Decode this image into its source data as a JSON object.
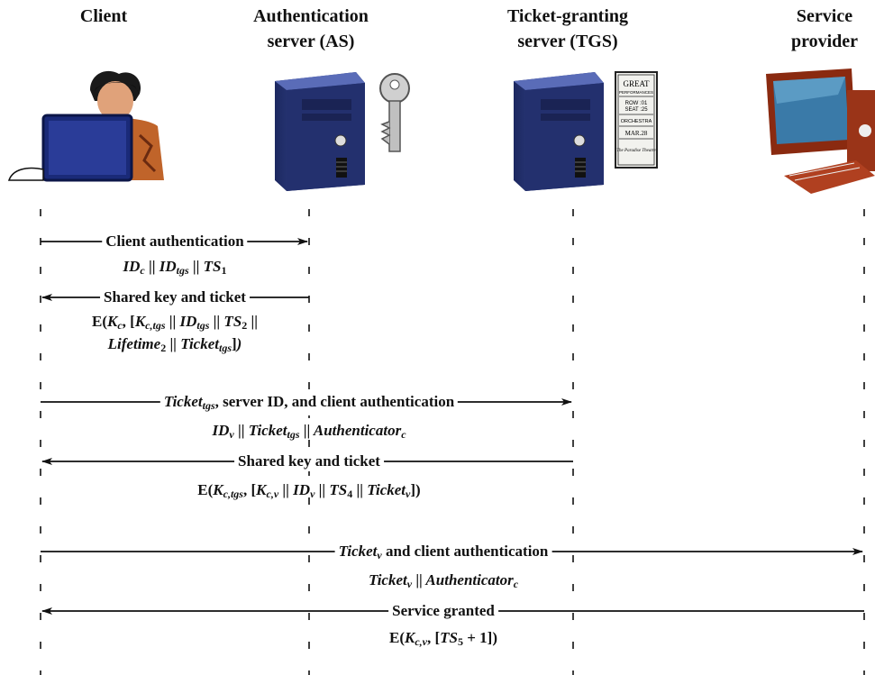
{
  "participants": {
    "client": "Client",
    "as": "Authentication\nserver (AS)",
    "tgs": "Ticket-granting\nserver (TGS)",
    "sp": "Service\nprovider"
  },
  "ticket_image": {
    "line1": "GREAT",
    "line2": "PERFORMANCES",
    "line3": "ROW :01",
    "line4": "SEAT :25",
    "line5": "ORCHESTRA",
    "line6": "MAR.28",
    "line7": "The Paradise Theatre"
  },
  "messages": {
    "m1_label": "Client authentication",
    "m2_label": "Shared key and ticket",
    "m3_label": "Ticket_tgs, server ID, and client authentication",
    "m4_label": "Shared key and ticket",
    "m5_label": "Ticket_v and client authentication",
    "m6_label": "Service granted",
    "m3_label_rest": ", server ID, and client authentication",
    "m5_label_rest": " and client authentication"
  },
  "formulas": {
    "f1": "ID_c || ID_tgs || TS_1",
    "f2a": "E(K_c, [K_c,tgs || ID_tgs || TS_2 ||",
    "f2b": "Lifetime_2 || Ticket_tgs])",
    "f3": "ID_v || Ticket_tgs || Authenticator_c",
    "f4": "E(K_c,tgs, [K_c,v || ID_v || TS_4 || Ticket_v])",
    "f5": "Ticket_v || Authenticator_c",
    "f6": "E(K_c,v, [TS_5 + 1])"
  },
  "colors": {
    "server": "#2a3a7a",
    "server_light": "#4a5ca8",
    "key": "#c8c8c8",
    "monitor": "#8a2a10"
  },
  "icons": [
    "person-at-laptop-icon",
    "server-tower-icon",
    "key-icon",
    "ticket-icon",
    "desktop-computer-icon"
  ]
}
